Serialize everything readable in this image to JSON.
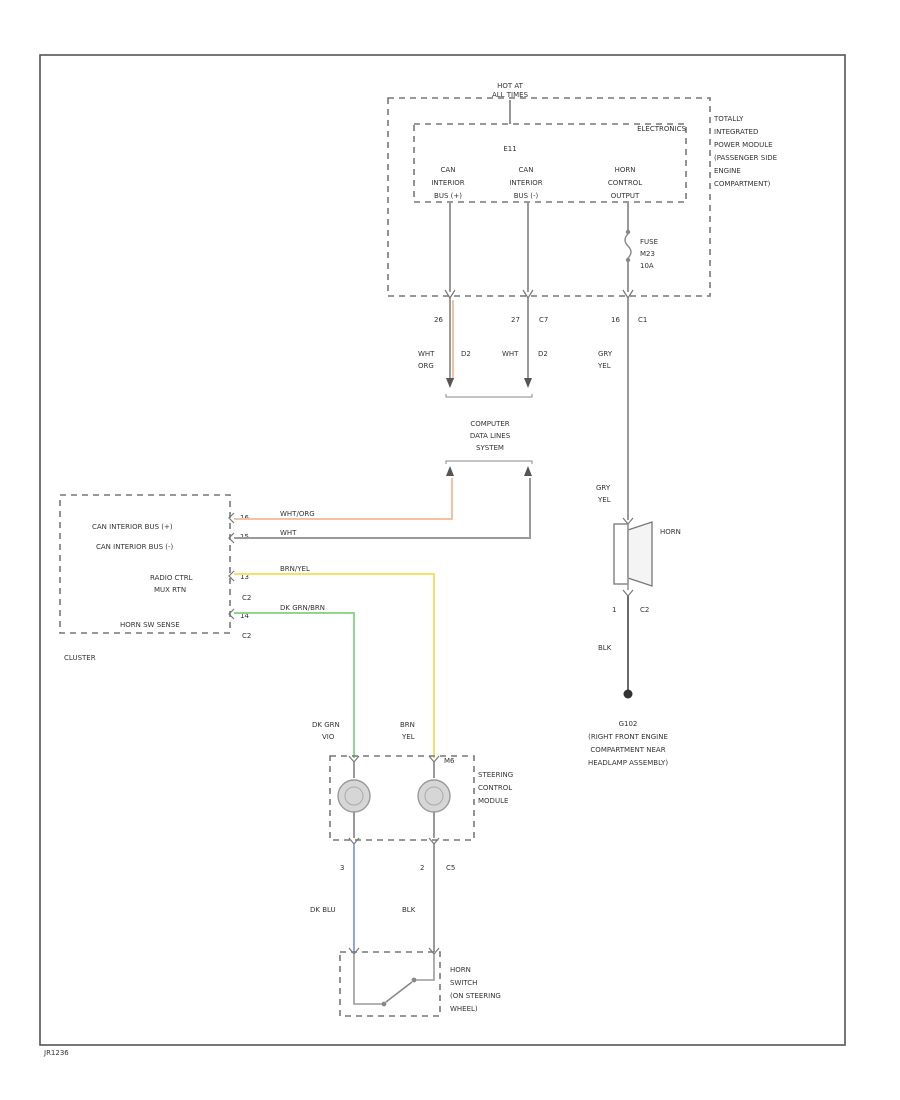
{
  "tipm": {
    "hot": "HOT AT",
    "hot2": "ALL TIMES",
    "electronics": "ELECTRONICS",
    "e11": "E11",
    "name": [
      "TOTALLY",
      "INTEGRATED",
      "POWER MODULE",
      "(PASSENGER SIDE",
      "ENGINE",
      "COMPARTMENT)"
    ],
    "can_a": [
      "CAN",
      "INTERIOR",
      "BUS (+)"
    ],
    "can_b": [
      "CAN",
      "INTERIOR",
      "BUS (-)"
    ],
    "horn_ctrl": [
      "HORN",
      "CONTROL",
      "OUTPUT"
    ],
    "fuse": [
      "FUSE",
      "M23",
      "10A"
    ]
  },
  "pins": {
    "p26": "26",
    "p27": "27",
    "c7": "C7",
    "p16": "16",
    "c1": "C1",
    "wht_org": [
      "WHT",
      "ORG"
    ],
    "d2": "D2",
    "wht": "WHT",
    "d2b": "D2",
    "gry_yel": [
      "GRY",
      "YEL"
    ],
    "gry_yel2": [
      "GRY",
      "YEL"
    ]
  },
  "computer": [
    "COMPUTER",
    "DATA LINES",
    "SYSTEM"
  ],
  "cluster": {
    "name": "CLUSTER",
    "can_plus": "CAN INTERIOR BUS (+)",
    "can_minus": "CAN INTERIOR BUS (-)",
    "radio": [
      "RADIO CTRL",
      "MUX RTN"
    ],
    "horn_sense": "HORN SW SENSE",
    "pin_a": "16",
    "pin_b": "15",
    "pin_c": "13",
    "pin_d": "14",
    "c2": "C2",
    "c2b": "C2",
    "wire_wht_org": "WHT/ORG",
    "wire_wht": "WHT",
    "wire_brn_yel": "BRN/YEL",
    "wire_dg_brn": "DK GRN/BRN"
  },
  "steering": {
    "name": [
      "STEERING",
      "CONTROL",
      "MODULE"
    ],
    "dk_grn": [
      "DK GRN",
      "VIO"
    ],
    "brn_yel": [
      "BRN",
      "YEL"
    ],
    "m6": "M6",
    "p3": "3",
    "p2": "2",
    "c5": "C5",
    "dk_blu": "DK BLU",
    "blk": "BLK"
  },
  "horn": {
    "name": "HORN",
    "pin1": "1",
    "c2": "C2",
    "blk": "BLK",
    "ground": [
      "G102",
      "(RIGHT FRONT ENGINE",
      "COMPARTMENT NEAR",
      "HEADLAMP ASSEMBLY)"
    ]
  },
  "switch": {
    "name": [
      "HORN",
      "SWITCH",
      "(ON STEERING",
      "WHEEL)"
    ]
  },
  "code": "JR1236",
  "colors": {
    "orange": "#f2c2a2",
    "yellow": "#f2e26a",
    "green": "#8fd68f",
    "blue": "#8ea6ea"
  }
}
